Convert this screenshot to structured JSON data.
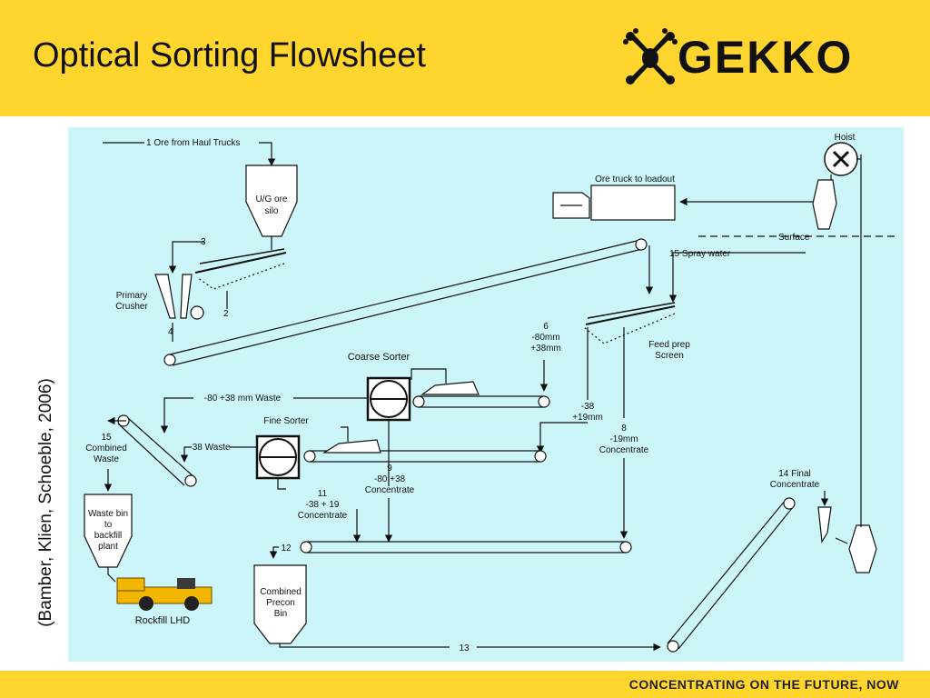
{
  "slide": {
    "title": "Optical Sorting Flowsheet",
    "logo_text": "GEKKO",
    "tagline": "CONCENTRATING ON THE FUTURE, NOW",
    "citation": "(Bamber, Klien, Schoeble, 2006)",
    "colors": {
      "header": "#FFD52E",
      "diagram_bg": "#CCF5FA",
      "line": "#111111"
    }
  },
  "diagram": {
    "ore_from_haul": "1 Ore from Haul Trucks",
    "silo_line1": "U/G ore",
    "silo_line2": "silo",
    "stream3": "3",
    "stream2": "2",
    "stream4": "4",
    "crusher_line1": "Primary",
    "crusher_line2": "Crusher",
    "ore_truck": "Ore truck to loadout",
    "hoist": "Hoist",
    "surface": "Surface",
    "spray_water": "15  Spray water",
    "s6_line1": "6",
    "s6_line2": "-80mm",
    "s6_line3": "+38mm",
    "feed_prep_line1": "Feed prep",
    "feed_prep_line2": "Screen",
    "coarse_sorter": "Coarse Sorter",
    "waste_80_38": "-80 +38 mm Waste",
    "fine_sorter": "Fine Sorter",
    "waste_38": "-38 Waste",
    "s38_line1": "-38",
    "s38_line2": "+19mm",
    "s8_line1": "8",
    "s8_line2": "-19mm",
    "s8_line3": "Concentrate",
    "s9_line1": "9",
    "s9_line2": "-80 +38",
    "s9_line3": "Concentrate",
    "s11_line1": "11",
    "s11_line2": "-38 + 19",
    "s11_line3": "Concentrate",
    "combined_waste_line1": "15",
    "combined_waste_line2": "Combined",
    "combined_waste_line3": "Waste",
    "waste_bin_line1": "Waste bin",
    "waste_bin_line2": "to",
    "waste_bin_line3": "backfill",
    "waste_bin_line4": "plant",
    "rockfill": "Rockfill LHD",
    "s12": "12",
    "precon_line1": "Combined",
    "precon_line2": "Precon",
    "precon_line3": "Bin",
    "s13": "13",
    "final_line1": "14 Final",
    "final_line2": "Concentrate"
  }
}
